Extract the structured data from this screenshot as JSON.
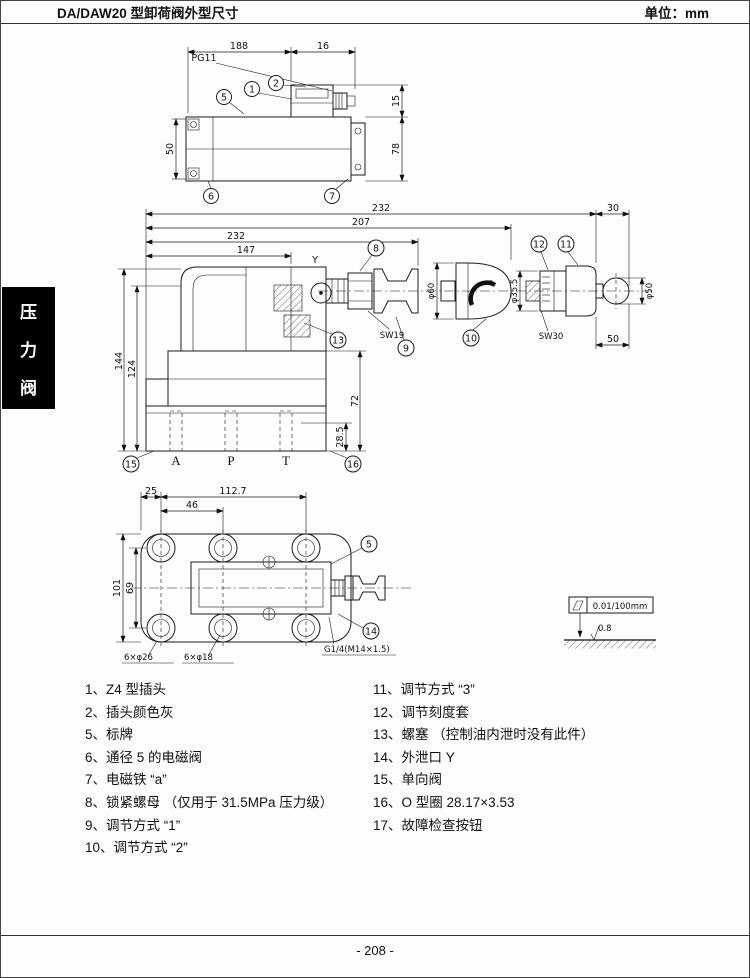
{
  "header": {
    "title": "DA/DAW20 型卸荷阀外型尺寸",
    "unit": "单位：mm"
  },
  "side_tab": {
    "chars": [
      "压",
      "力",
      "阀"
    ]
  },
  "d1": {
    "dims": {
      "w188": "188",
      "w16": "16",
      "pg11": "PG11",
      "h15": "15",
      "h78": "78",
      "h50": "50"
    },
    "callouts": {
      "c1": "1",
      "c2": "2",
      "c5": "5",
      "c6": "6",
      "c7": "7"
    }
  },
  "d2": {
    "dims": {
      "w232a": "232",
      "w30": "30",
      "w207": "207",
      "w232b": "232",
      "w147": "147",
      "h144": "144",
      "h124": "124",
      "h72": "72",
      "h285": "28.5",
      "sw19": "SW19",
      "sw30": "SW30",
      "d60": "φ60",
      "d355": "φ35.5",
      "d50": "φ50",
      "w50": "50"
    },
    "ports": {
      "a": "A",
      "p": "P",
      "t": "T",
      "y": "Y"
    },
    "callouts": {
      "c8": "8",
      "c9": "9",
      "c10": "10",
      "c11": "11",
      "c12": "12",
      "c13": "13",
      "c15": "15",
      "c16": "16"
    }
  },
  "d3": {
    "dims": {
      "w25": "25",
      "w1127": "112.7",
      "w46": "46",
      "h101": "101",
      "h69": "69",
      "holes26": "6×φ26",
      "holes18": "6×φ18",
      "thread": "G1/4(M14×1.5)"
    },
    "callouts": {
      "c5": "5",
      "c14": "14"
    },
    "flatness": {
      "tol": "0.01/100mm",
      "rough": "0.8"
    }
  },
  "legend": {
    "left": [
      "1、Z4 型插头",
      "2、插头颜色灰",
      "5、标牌",
      "6、通径 5 的电磁阀",
      "7、电磁铁 “a”",
      "8、锁紧螺母 （仅用于 31.5MPa 压力级）",
      "9、调节方式 “1”",
      "10、调节方式 “2”"
    ],
    "right": [
      "11、调节方式 “3”",
      "12、调节刻度套",
      "13、螺塞 （控制油内泄时没有此件）",
      "14、外泄口 Y",
      "15、单向阀",
      "16、O 型圈 28.17×3.53",
      "17、故障检查按钮"
    ]
  },
  "footer": {
    "page": "- 208 -"
  }
}
